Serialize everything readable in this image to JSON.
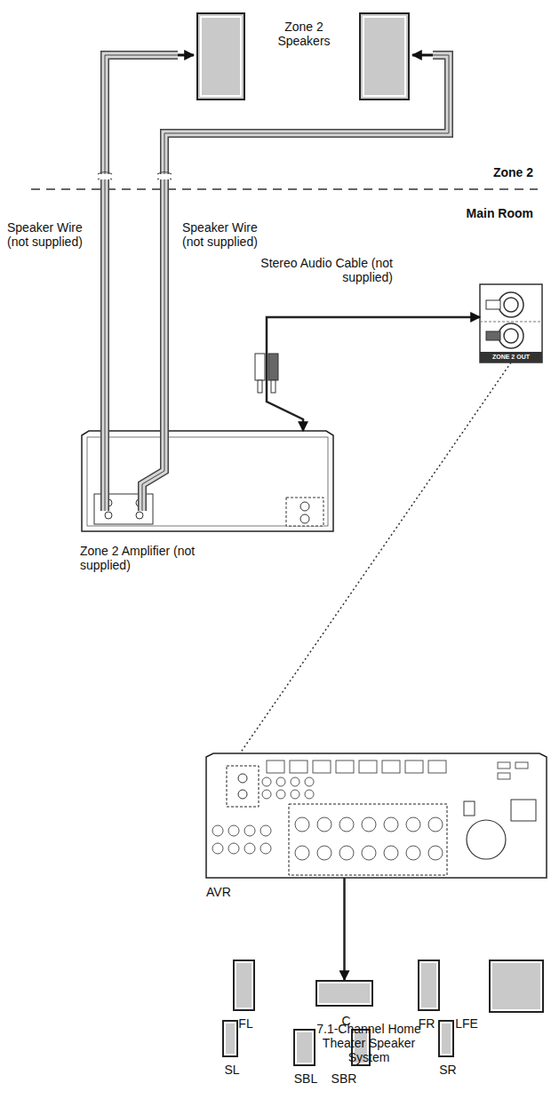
{
  "diagram": {
    "nodes": [
      {
        "text": [
          "ZONE 2 OUT"
        ]
      },
      {
        "text": [
          "Zone 2 Amplifier (not supplied)"
        ]
      },
      {
        "text": [
          "AVR"
        ]
      },
      {
        "text": [
          "FL"
        ]
      },
      {
        "text": [
          "C"
        ]
      },
      {
        "text": [
          "FR"
        ]
      },
      {
        "text": [
          "LFE"
        ]
      },
      {
        "text": [
          "SL"
        ]
      },
      {
        "text": [
          "SR"
        ]
      },
      {
        "text": [
          "SBL"
        ]
      },
      {
        "text": [
          "SBR"
        ]
      }
    ],
    "edges": [
      {
        "from": 0,
        "to": 1,
        "arrow": "both",
        "label": "Stereo Audio Cable (not supplied)"
      },
      {
        "from": 0,
        "to": 2,
        "arrow": "none"
      },
      {
        "from": 2,
        "to": 4,
        "arrow": "to"
      }
    ],
    "labels": [
      "Zone 2 Speakers",
      "Zone 2",
      "Main Room",
      "Speaker Wire (not supplied)",
      "Speaker Wire (not supplied)",
      "7.1-Channel Home Theater Speaker System"
    ]
  }
}
